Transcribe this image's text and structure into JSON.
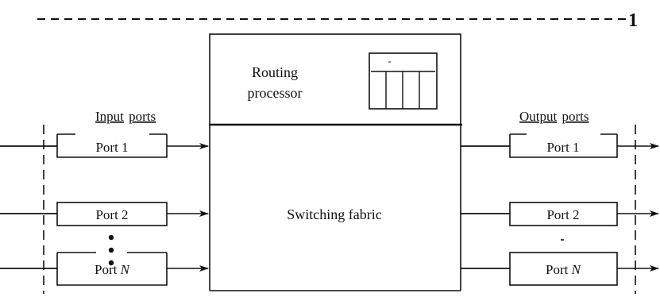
{
  "figure_number": "1",
  "routing": {
    "label_line1": "Routing",
    "label_line2": "processor"
  },
  "fabric": {
    "label": "Switching fabric"
  },
  "input": {
    "heading_word1": "Input",
    "heading_word2": "ports",
    "ports": [
      {
        "text": "Port 1",
        "italic": ""
      },
      {
        "text": "Port 2",
        "italic": ""
      },
      {
        "text": "Port ",
        "italic": "N"
      }
    ]
  },
  "output": {
    "heading_word1": "Output",
    "heading_word2": "ports",
    "ports": [
      {
        "text": "Port 1",
        "italic": ""
      },
      {
        "text": "Port 2",
        "italic": ""
      },
      {
        "text": "Port ",
        "italic": "N"
      }
    ]
  }
}
